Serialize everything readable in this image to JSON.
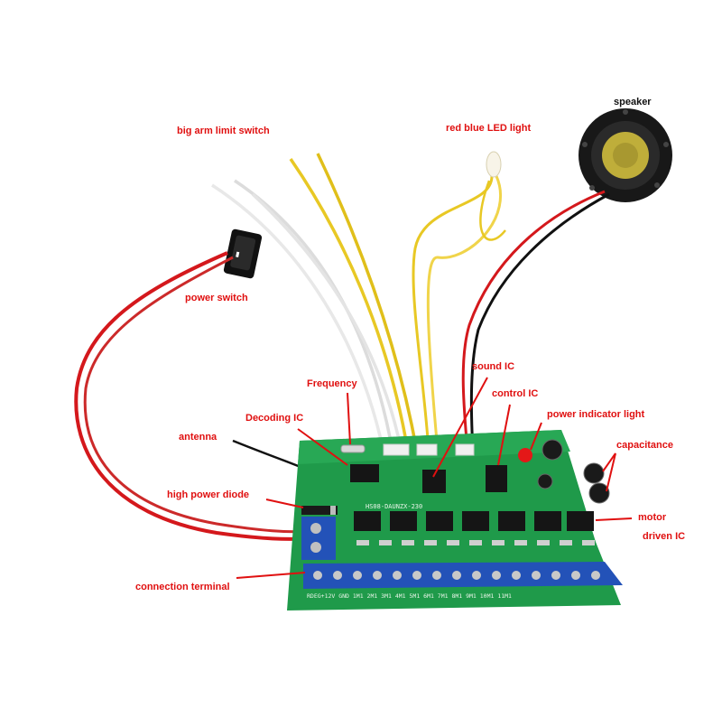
{
  "labels": {
    "speaker": "speaker",
    "big_arm_limit_switch": "big arm limit switch",
    "red_blue_led_light": "red blue LED light",
    "power_switch": "power switch",
    "frequency": "Frequency",
    "sound_ic": "sound IC",
    "control_ic": "control IC",
    "decoding_ic": "Decoding IC",
    "power_indicator_light": "power indicator light",
    "antenna": "antenna",
    "capacitance": "capacitance",
    "high_power_diode": "high power diode",
    "motor": "motor",
    "driven_ic": "driven IC",
    "connection_terminal": "connection terminal"
  },
  "board": {
    "silkscreen_model": "HS08-DAUNZX-230",
    "terminal_markings": "RDEG+12V GND 1M1 2M1 3M1 4M1 5M1 6M1 7M1 8M1 9M1 10M1 11M1"
  },
  "colors": {
    "label": "#e01010",
    "pcb": "#1f9a4a",
    "terminal_blue": "#2352b8",
    "wire_red": "#d4181c",
    "wire_yellow": "#e8c824",
    "wire_white": "#f0f0f0"
  }
}
